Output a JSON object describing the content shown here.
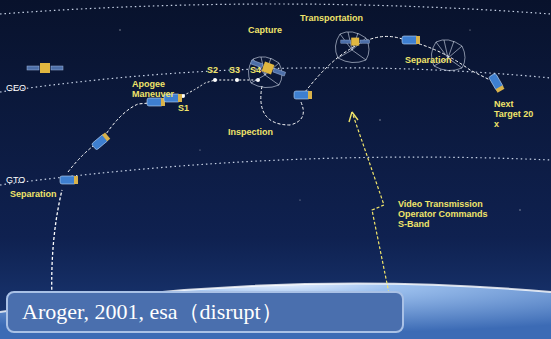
{
  "diagram": {
    "caption": "Aroger, 2001, esa（disrupt）",
    "labels": [
      "GEO",
      "GTO",
      "Separation",
      "Apogee Maneuver",
      "S1",
      "S2",
      "S3",
      "S4",
      "Capture",
      "Inspection",
      "Transportation",
      "Separation",
      "Next Target 20 x",
      "Video Transmission Operator Commands S-Band"
    ]
  }
}
